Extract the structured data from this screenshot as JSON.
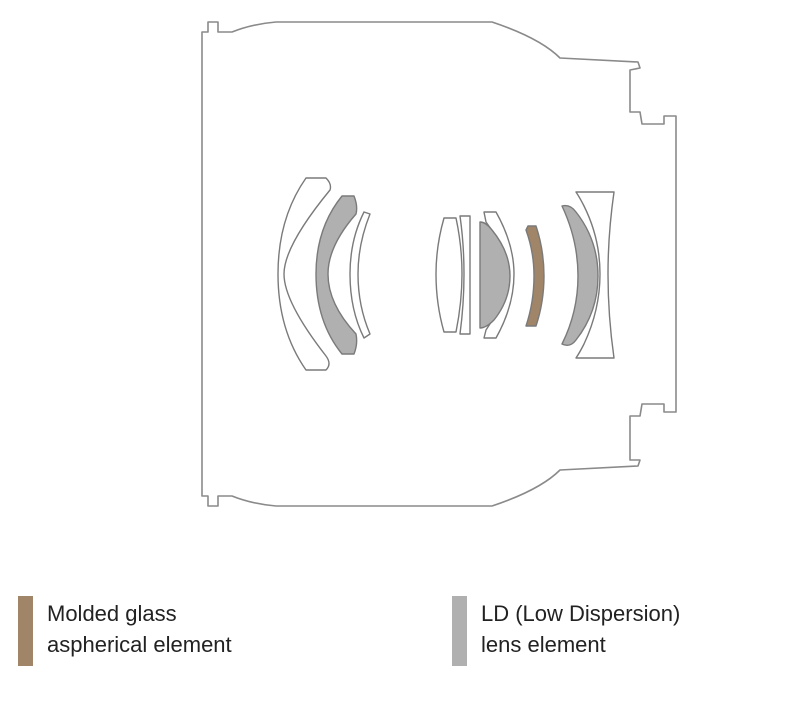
{
  "colors": {
    "molded_aspherical": "#a08568",
    "ld": "#b0b0b0",
    "clear_glass": "#ffffff",
    "outline": "#8a8a8a"
  },
  "legend": [
    {
      "line1": "Molded glass",
      "line2": "aspherical element",
      "color_key": "molded_aspherical"
    },
    {
      "line1": "LD (Low Dispersion)",
      "line2": "lens element",
      "color_key": "ld"
    }
  ]
}
